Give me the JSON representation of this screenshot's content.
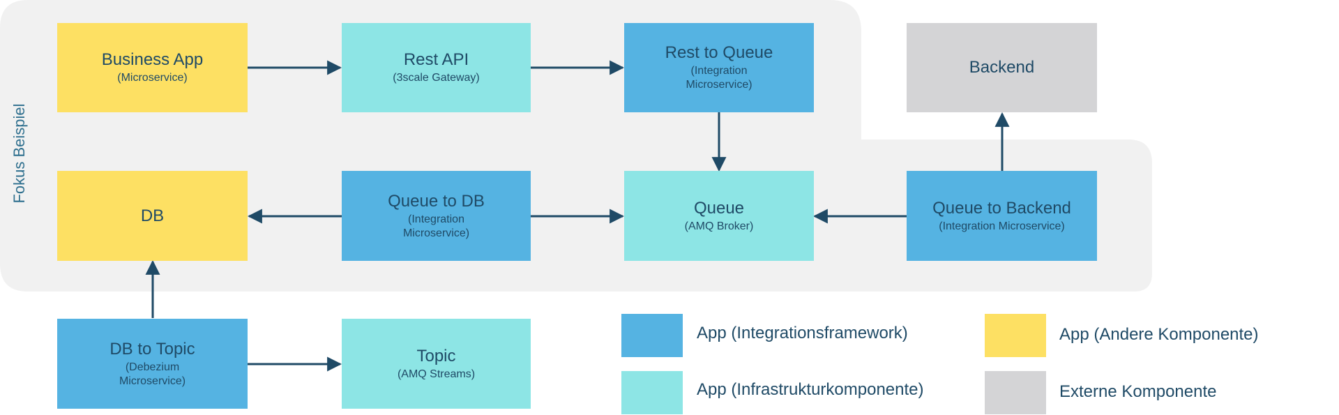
{
  "focus_label": "Fokus Beispiel",
  "nodes": {
    "business_app": {
      "title": "Business App",
      "subtitle": "(Microservice)"
    },
    "rest_api": {
      "title": "Rest API",
      "subtitle": "(3scale Gateway)"
    },
    "rest_to_queue": {
      "title": "Rest to Queue",
      "subtitle": "(Integration Microservice)"
    },
    "backend": {
      "title": "Backend"
    },
    "db": {
      "title": "DB"
    },
    "queue_to_db": {
      "title": "Queue to DB",
      "subtitle": "(Integration Microservice)"
    },
    "queue": {
      "title": "Queue",
      "subtitle": "(AMQ Broker)"
    },
    "queue_to_backend": {
      "title": "Queue to Backend",
      "subtitle": "(Integration Microservice)"
    },
    "db_to_topic": {
      "title": "DB to Topic",
      "subtitle": "(Debezium Microservice)"
    },
    "topic": {
      "title": "Topic",
      "subtitle": "(AMQ Streams)"
    }
  },
  "legend": [
    {
      "label": "App (Integrationsframework)",
      "color": "#55b3e2"
    },
    {
      "label": "App (Infrastrukturkomponente)",
      "color": "#8de5e5"
    },
    {
      "label": "App (Andere Komponente)",
      "color": "#fde063"
    },
    {
      "label": "Externe Komponente",
      "color": "#d4d4d6"
    }
  ],
  "colors": {
    "integration": "#55b3e2",
    "infrastructure": "#8de5e5",
    "other": "#fde063",
    "external": "#d4d4d6",
    "arrow": "#1f4a66",
    "focus_background": "#f1f1f1"
  }
}
